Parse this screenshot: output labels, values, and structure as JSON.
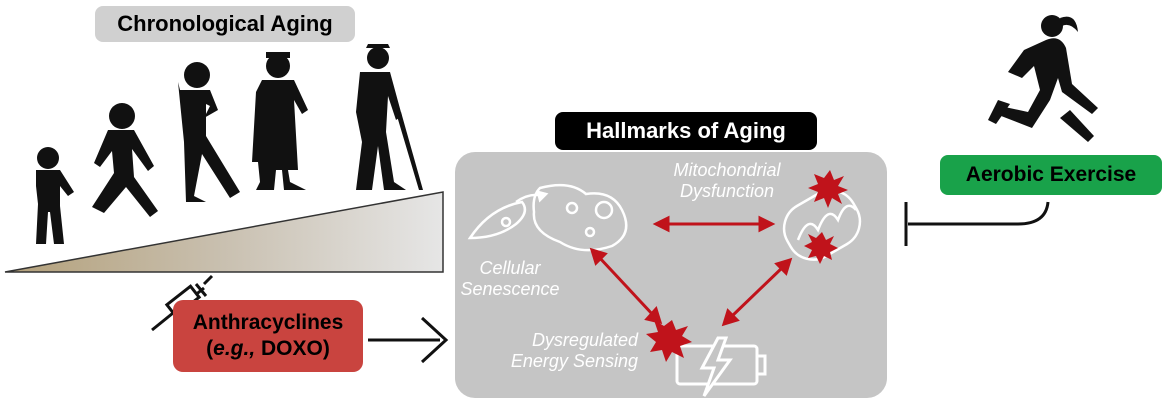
{
  "chronological_aging": {
    "title": "Chronological Aging"
  },
  "hallmarks": {
    "title": "Hallmarks of Aging",
    "mitochondrial_line1": "Mitochondrial",
    "mitochondrial_line2": "Dysfunction",
    "senescence_line1": "Cellular",
    "senescence_line2": "Senescence",
    "energy_line1": "Dysregulated",
    "energy_line2": "Energy Sensing"
  },
  "aerobic_exercise": {
    "label": "Aerobic Exercise"
  },
  "anthracyclines": {
    "line1": "Anthracyclines",
    "line2_italic": "e.g.,",
    "line2_rest": " DOXO)",
    "line2_open": "("
  },
  "colors": {
    "arrow_red": "#c0131b",
    "exercise_green": "#19a24a",
    "anthra_red": "#c9443f",
    "box_gray": "#c5c5c5"
  },
  "icons": [
    "syringe-icon",
    "battery-icon",
    "mitochondrion-icon",
    "senescent-cell-icon",
    "runner-icon"
  ]
}
